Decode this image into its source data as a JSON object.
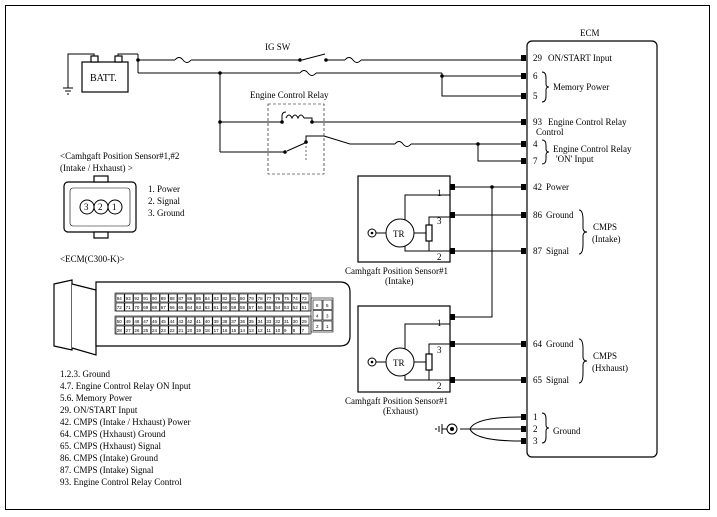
{
  "ecm": {
    "title": "ECM",
    "pins": [
      {
        "id": "p29",
        "num": "29",
        "label": "ON/START Input"
      },
      {
        "id": "p6",
        "num": "6",
        "label": ""
      },
      {
        "id": "p5",
        "num": "5",
        "label": ""
      },
      {
        "id": "p93",
        "num": "93",
        "label": "Engine Control Relay"
      },
      {
        "id": "p4",
        "num": "4",
        "label": ""
      },
      {
        "id": "p7",
        "num": "7",
        "label": ""
      },
      {
        "id": "p42",
        "num": "42",
        "label": "Power"
      },
      {
        "id": "p86",
        "num": "86",
        "label": "Ground"
      },
      {
        "id": "p87",
        "num": "87",
        "label": "Signal"
      },
      {
        "id": "p64",
        "num": "64",
        "label": "Ground"
      },
      {
        "id": "p65",
        "num": "65",
        "label": "Signal"
      },
      {
        "id": "p1",
        "num": "1",
        "label": ""
      },
      {
        "id": "p2",
        "num": "2",
        "label": ""
      },
      {
        "id": "p3",
        "num": "3",
        "label": ""
      }
    ],
    "label_control": "Control",
    "memory_power": "Memory Power",
    "relay_on_input_1": "Engine Control Relay",
    "relay_on_input_2": "'ON' Input",
    "cmps_intake_1": "CMPS",
    "cmps_intake_2": "(Intake)",
    "cmps_exhaust_1": "CMPS",
    "cmps_exhaust_2": "(Hxhaust)",
    "ground": "Ground"
  },
  "battery": "BATT.",
  "ig_sw": "IG SW",
  "relay": "Engine Control Relay",
  "sensor_connector": {
    "title_1": "<Camhgaft Position Sensor#1,#2",
    "title_2": "(Intake / Hxhaust)  >",
    "pins": [
      "3",
      "2",
      "1"
    ],
    "legend": [
      "1. Power",
      "2.  Signal",
      "3. Ground"
    ]
  },
  "sensor_intake": {
    "tr": "TR",
    "pin1": "1",
    "pin3": "3",
    "pin2": "2",
    "caption_1": "Camhgaft Position Sensor#1",
    "caption_2": "(Intake)"
  },
  "sensor_exhaust": {
    "tr": "TR",
    "pin1": "1",
    "pin3": "3",
    "pin2": "2",
    "caption_1": "Camhgaft Position Sensor#1",
    "caption_2": "(Exhaust)"
  },
  "ecm_connector": {
    "title": "<ECM(C300-K)>",
    "row1": [
      "94",
      "93",
      "92",
      "91",
      "90",
      "89",
      "88",
      "87",
      "86",
      "85",
      "84",
      "83",
      "82",
      "81",
      "80",
      "79",
      "78",
      "77",
      "76",
      "75",
      "74",
      "73"
    ],
    "row2": [
      "72",
      "71",
      "70",
      "69",
      "68",
      "67",
      "66",
      "65",
      "64",
      "63",
      "62",
      "61",
      "60",
      "59",
      "58",
      "57",
      "56",
      "55",
      "54",
      "53",
      "52",
      "51"
    ],
    "row3": [
      "50",
      "49",
      "48",
      "47",
      "46",
      "45",
      "44",
      "43",
      "42",
      "41",
      "40",
      "39",
      "38",
      "37",
      "36",
      "35",
      "34",
      "33",
      "32",
      "31",
      "30",
      "29"
    ],
    "row4": [
      "28",
      "27",
      "26",
      "25",
      "24",
      "23",
      "22",
      "21",
      "20",
      "19",
      "18",
      "17",
      "16",
      "15",
      "14",
      "13",
      "12",
      "11",
      "10",
      "9",
      "8",
      "7"
    ],
    "side": [
      "6",
      "5",
      "4",
      "3",
      "2",
      "1"
    ]
  },
  "pin_legend": [
    "1.2.3.  Ground",
    "4.7. Engine Control Relay ON Input",
    "5.6.  Memory Power",
    "29.  ON/START Input",
    "42. CMPS (Intake / Hxhaust) Power",
    "64. CMPS (Hxhaust) Ground",
    "65. CMPS (Hxhaust) Signal",
    "86. CMPS   (Intake)  Ground",
    "87. CMPS   (Intake)  Signal",
    "93.  Engine Control Relay Control"
  ]
}
